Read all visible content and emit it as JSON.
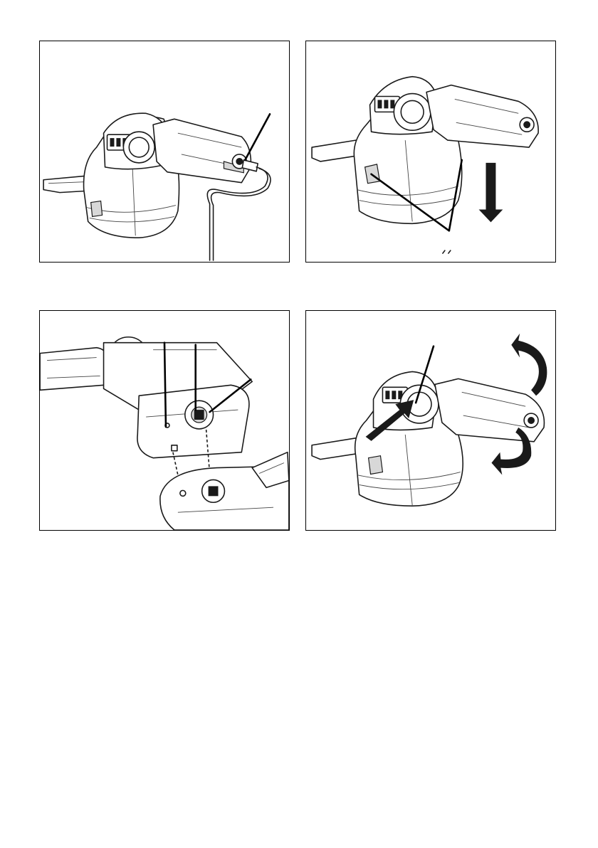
{
  "figures": [
    {
      "id": "fig-1",
      "arrows": []
    },
    {
      "id": "fig-2",
      "arrows": [
        "down-arrow-icon"
      ]
    },
    {
      "id": "fig-3",
      "arrows": []
    },
    {
      "id": "fig-4",
      "arrows": [
        "push-arrow-icon",
        "rotate-arrow-icon",
        "rotate-arrow-icon"
      ]
    }
  ],
  "colors": {
    "line": "#1a1a1a",
    "background": "#ffffff",
    "frame": "#000000"
  }
}
